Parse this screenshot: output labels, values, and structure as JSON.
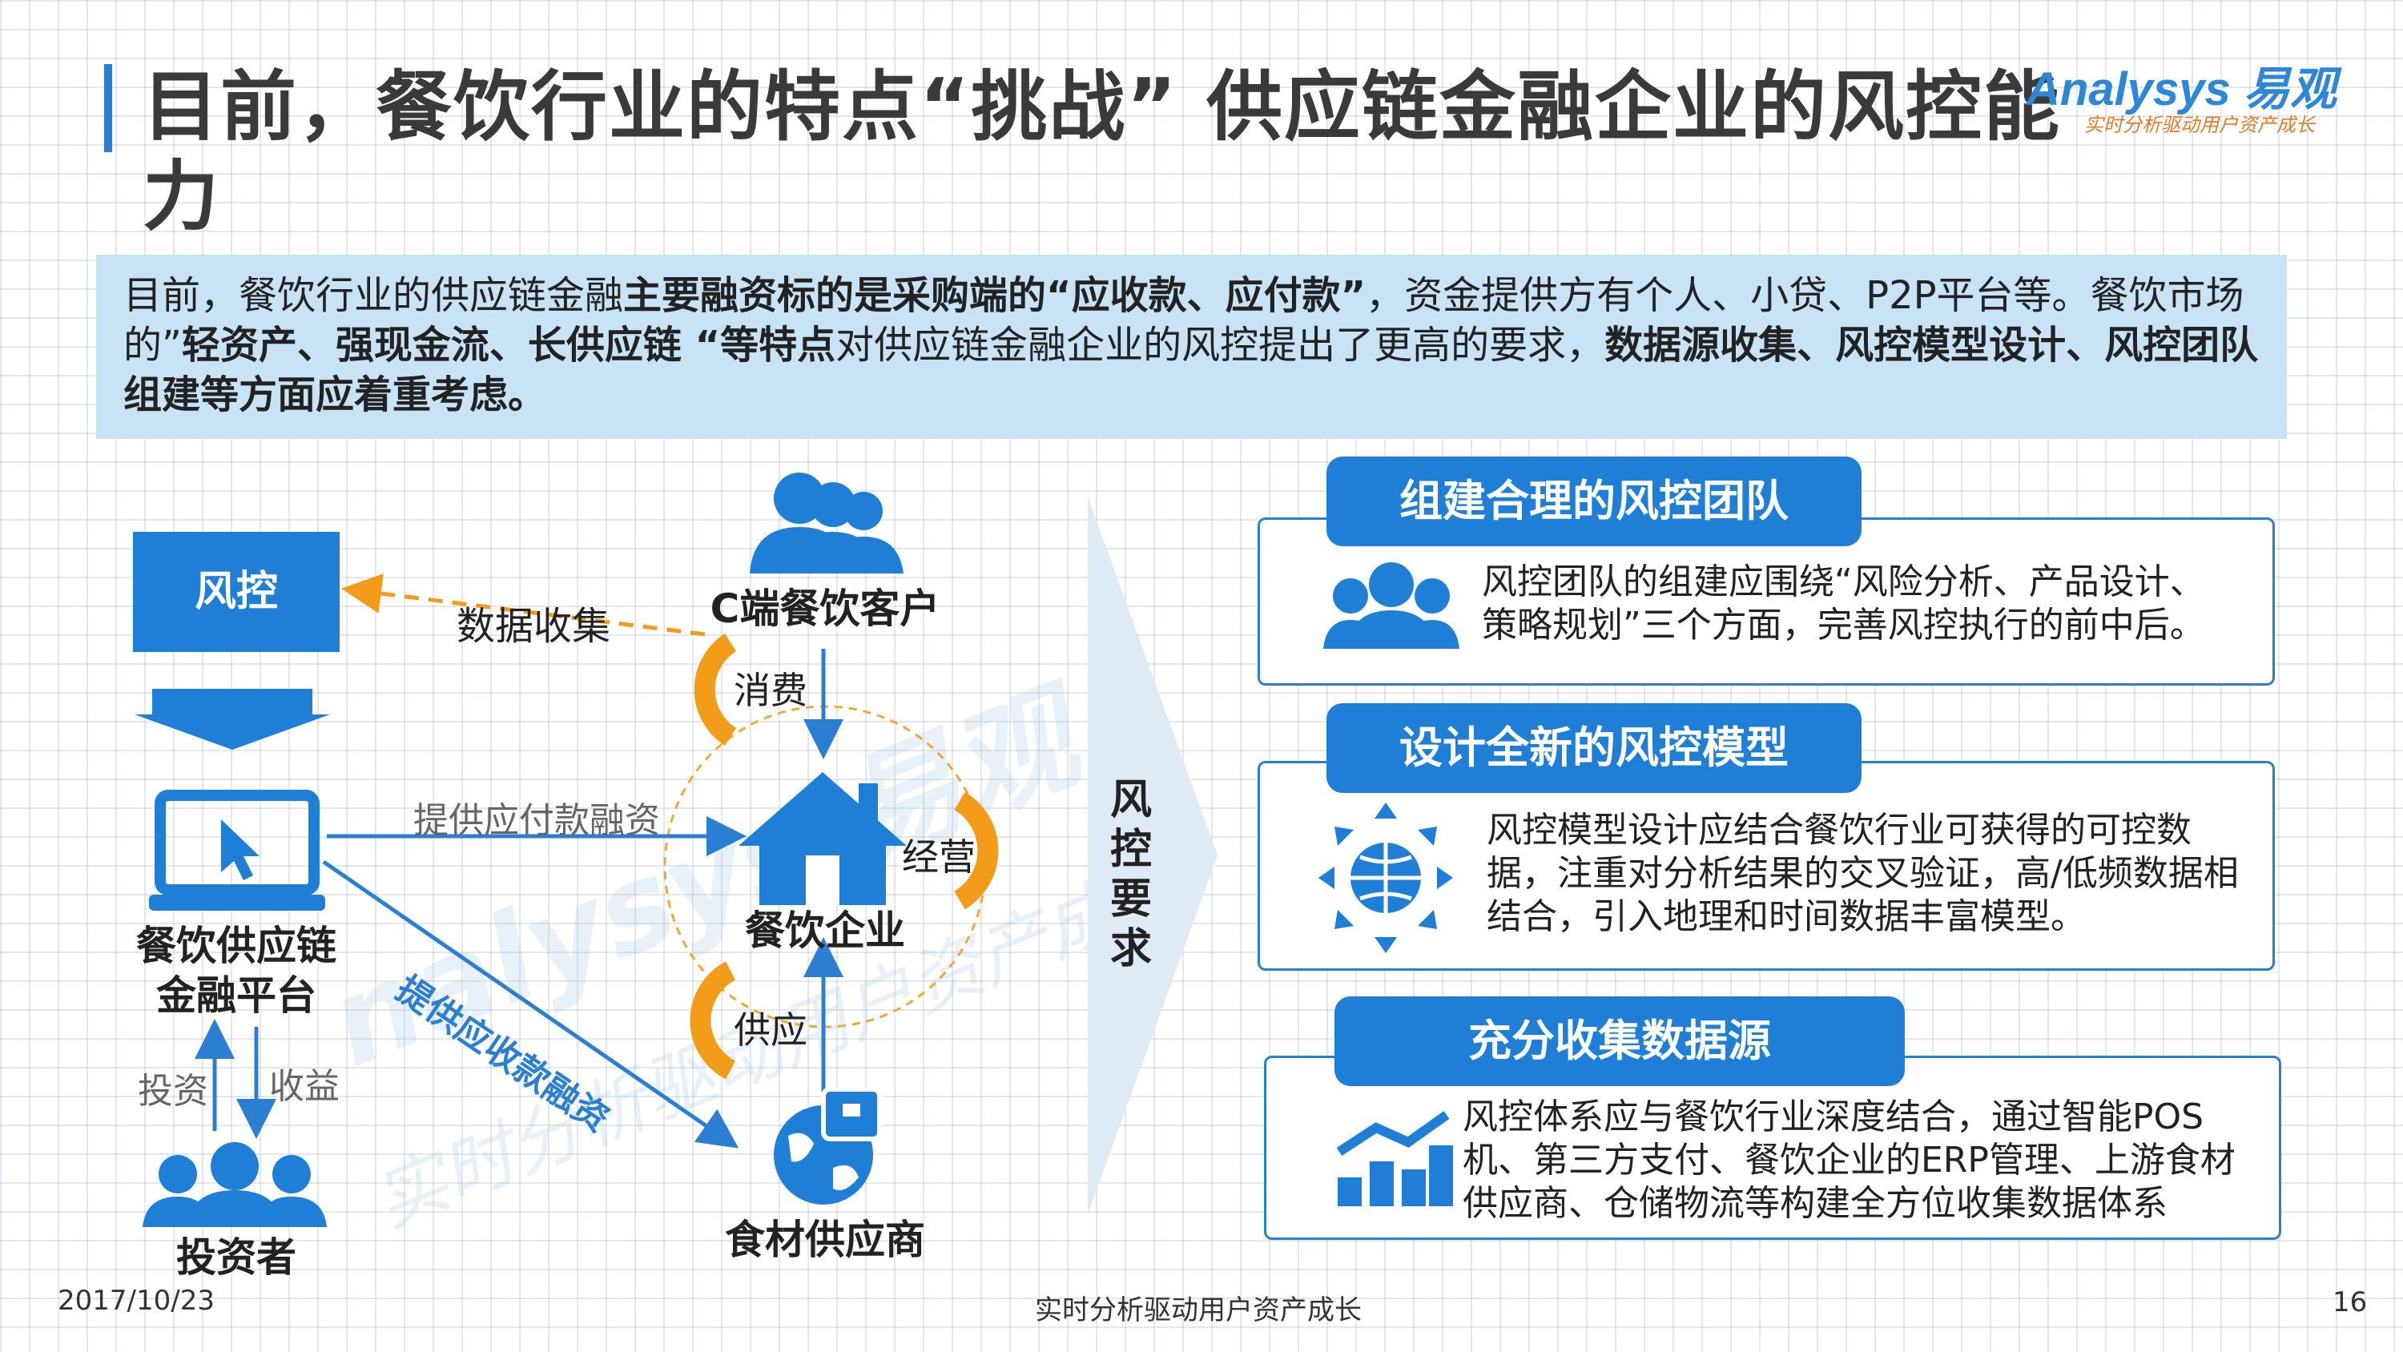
{
  "title": "目前，餐饮行业的特点“挑战” 供应链金融企业的风控能力",
  "logo": {
    "name": "Analysys 易观",
    "slogan": "实时分析驱动用户资产成长"
  },
  "intro": {
    "p1": "目前，餐饮行业的供应链金融",
    "b1": "主要融资标的是采购端的“应收款、应付款”",
    "p2": "，资金提供方有个人、小贷、P2P平台等。餐饮市场的”",
    "b2": "轻资产、强现金流、长供应链 “等特点",
    "p3": "对供应链金融企业的风控提出了更高的要求，",
    "b3": "数据源收集、风控模型设计、风控团队组建等方面应着重考虑。"
  },
  "diagram": {
    "risk_box": "风控",
    "data_collect": "数据收集",
    "platform": "餐饮供应链金融平台",
    "investor": "投资者",
    "invest": "投资",
    "income": "收益",
    "customer": "C端餐饮客户",
    "enterprise": "餐饮企业",
    "supplier": "食材供应商",
    "consume": "消费",
    "operate": "经营",
    "supply": "供应",
    "payable_finance": "提供应付款融资",
    "receivable_finance": "提供应收款融资",
    "risk_requirement": "风控要求"
  },
  "cards": [
    {
      "title": "组建合理的风控团队",
      "icon": "team-icon",
      "text": "风控团队的组建应围绕“风险分析、产品设计、策略规划”三个方面，完善风控执行的前中后。"
    },
    {
      "title": "设计全新的风控模型",
      "icon": "globe-arrows-icon",
      "text": "风控模型设计应结合餐饮行业可获得的可控数据，注重对分析结果的交叉验证，高/低频数据相结合，引入地理和时间数据丰富模型。"
    },
    {
      "title": "充分收集数据源",
      "icon": "chart-growth-icon",
      "text": "风控体系应与餐饮行业深度结合，通过智能POS机、第三方支付、餐饮企业的ERP管理、上游食材供应商、仓储物流等构建全方位收集数据体系"
    }
  ],
  "footer": {
    "date": "2017/10/23",
    "slogan": "实时分析驱动用户资产成长",
    "page": "16"
  },
  "watermark": {
    "brand": "nalysys 易观",
    "slogan": "实时分析驱动用户资产成长"
  },
  "colors": {
    "primary": "#1f7fd6",
    "accent": "#f39c1a",
    "intro_bg": "#c8e3f5"
  }
}
